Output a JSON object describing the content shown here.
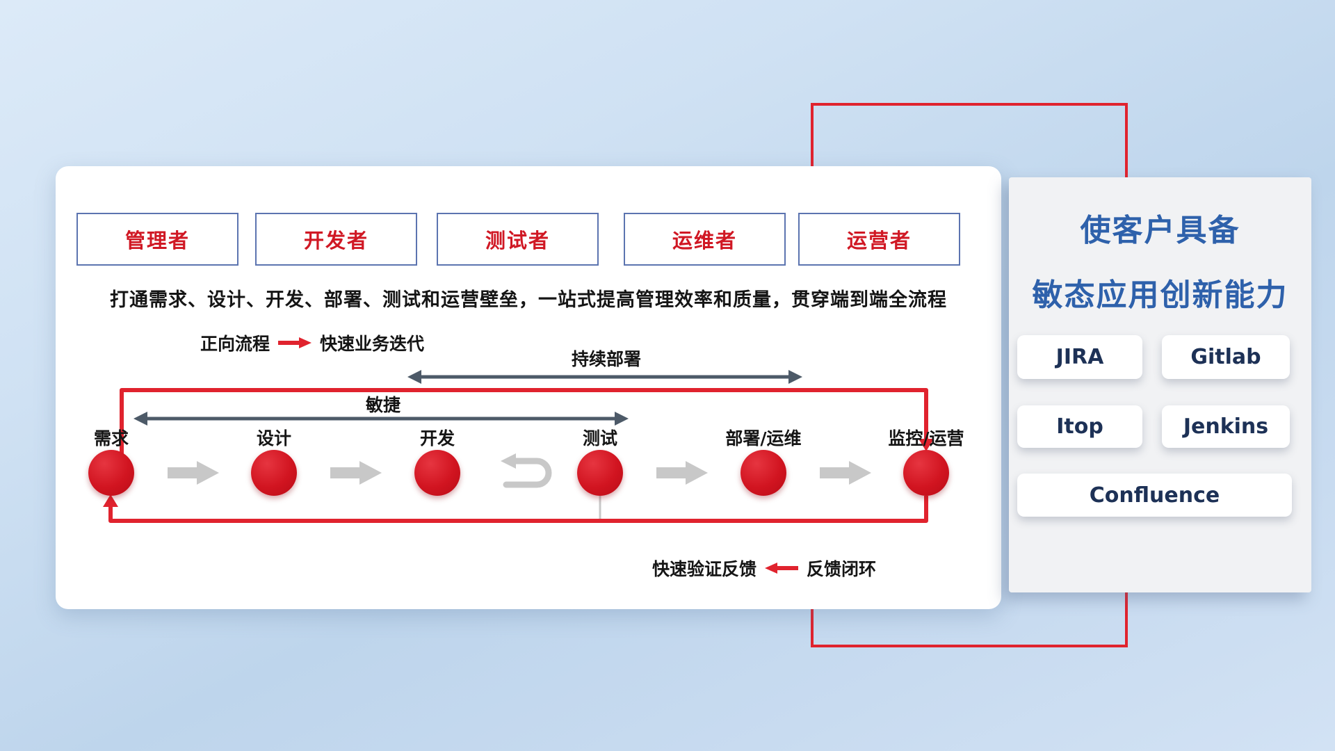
{
  "colors": {
    "red": "#e0232e",
    "circle_red": "#d11420",
    "role_red": "#d01824",
    "slate_arrow": "#4d5a68",
    "gray_arrow": "#c8c8c8",
    "title_blue": "#2e61ab"
  },
  "roles": [
    "管理者",
    "开发者",
    "测试者",
    "运维者",
    "运营者"
  ],
  "description": "打通需求、设计、开发、部署、测试和运营壁垒，一站式提高管理效率和质量，贯穿端到端全流程",
  "legend_forward": {
    "label": "正向流程",
    "value": "快速业务迭代"
  },
  "legend_feedback": {
    "label": "快速验证反馈",
    "value": "反馈闭环"
  },
  "flow": {
    "stages": [
      "需求",
      "设计",
      "开发",
      "测试",
      "部署/运维",
      "监控/运营"
    ],
    "agile_label": "敏捷",
    "cd_label": "持续部署"
  },
  "panel": {
    "title_line1": "使客户具备",
    "title_line2": "敏态应用创新能力",
    "tools": [
      "JIRA",
      "Gitlab",
      "Itop",
      "Jenkins",
      "Confluence"
    ]
  }
}
